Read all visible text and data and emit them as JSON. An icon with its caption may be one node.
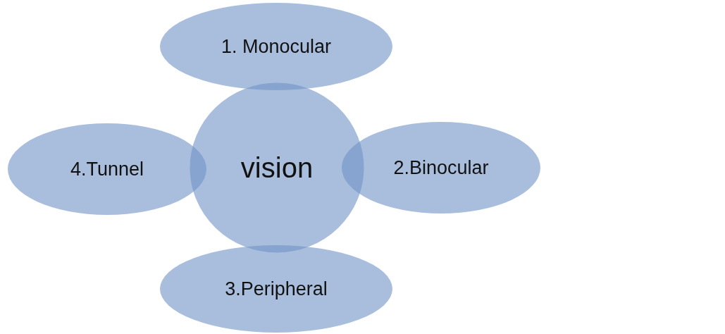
{
  "diagram": {
    "nodes": [
      {
        "text": [
          "1. Monocular"
        ]
      },
      {
        "text": [
          "4.Tunnel"
        ]
      },
      {
        "text": [
          "vision"
        ]
      },
      {
        "text": [
          "2.Binocular"
        ]
      },
      {
        "text": [
          "3.Peripheral"
        ]
      }
    ]
  }
}
